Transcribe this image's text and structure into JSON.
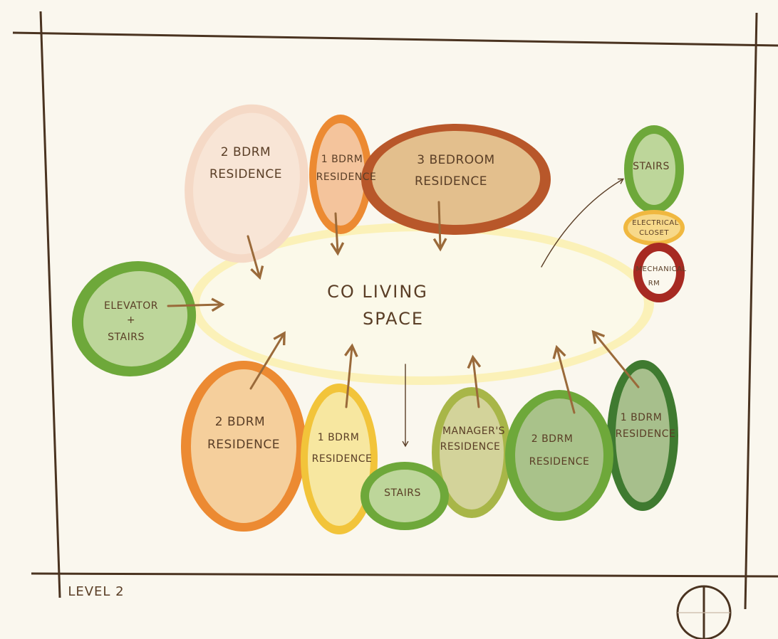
{
  "diagram": {
    "center": {
      "line1": "CO LIVING",
      "line2": "SPACE"
    },
    "level_label": "LEVEL 2",
    "rooms": {
      "bdrm2_top": {
        "line1": "2 BDRM",
        "line2": "RESIDENCE"
      },
      "bdrm1_top": {
        "line1": "1 BDRM",
        "line2": "RESIDENCE"
      },
      "bdrm3_top": {
        "line1": "3 BEDROOM",
        "line2": "RESIDENCE"
      },
      "stairs_top": {
        "line1": "STAIRS"
      },
      "electrical": {
        "line1": "ELECTRICAL",
        "line2": "CLOSET"
      },
      "mechanical": {
        "line1": "MECHANICAL",
        "line2": "RM"
      },
      "elevator": {
        "line1": "ELEVATOR",
        "line2": "+",
        "line3": "STAIRS"
      },
      "bdrm2_bl": {
        "line1": "2 BDRM",
        "line2": "RESIDENCE"
      },
      "bdrm1_bm": {
        "line1": "1 BDRM",
        "line2": "RESIDENCE"
      },
      "stairs_bot": {
        "line1": "STAIRS"
      },
      "manager": {
        "line1": "MANAGER'S",
        "line2": "RESIDENCE"
      },
      "bdrm2_br": {
        "line1": "2 BDRM",
        "line2": "RESIDENCE"
      },
      "bdrm1_br": {
        "line1": "1 BDRM",
        "line2": "RESIDENCE"
      }
    }
  },
  "colors": {
    "ink": "#5a3e26",
    "arrow": "#9a6a3a",
    "frame": "#4a3320",
    "colivingFill": "#fbf9e9",
    "colivingRing": "#fbf1b8"
  }
}
